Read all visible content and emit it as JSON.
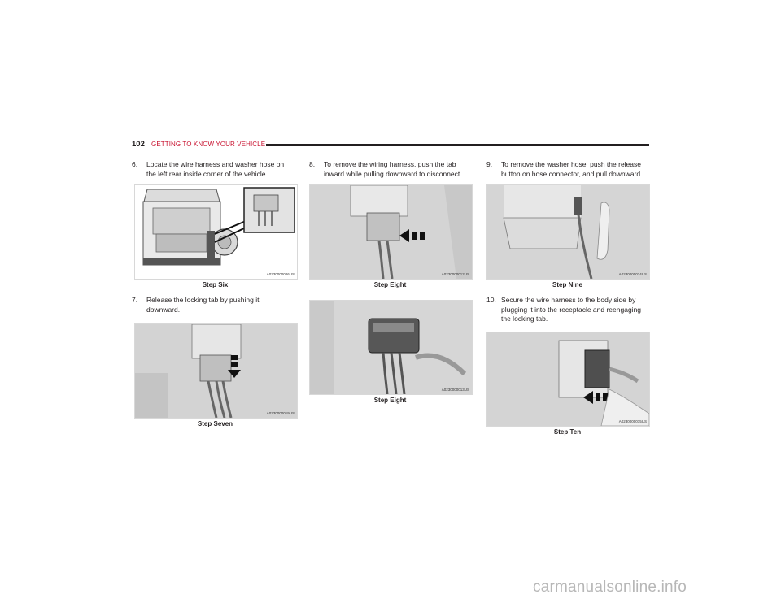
{
  "header": {
    "page_number": "102",
    "section_title": "GETTING TO KNOW YOUR VEHICLE"
  },
  "steps": [
    {
      "num": "6.",
      "lines": [
        "Locate the wire harness and washer hose on",
        "the left rear inside corner of the vehicle."
      ]
    },
    {
      "num": "7.",
      "lines": [
        "Release the locking tab by pushing it",
        "downward."
      ]
    },
    {
      "num": "8.",
      "lines": [
        "To remove the wiring harness, push the tab",
        "inward while pulling downward to disconnect."
      ]
    },
    {
      "num": "9.",
      "lines": [
        "To remove the washer hose, push the release",
        "button on hose connector, and pull downward."
      ]
    },
    {
      "num": "10.",
      "lines": [
        "Secure the wire harness to the body side by",
        "plugging it into the receptacle and reengaging",
        "the locking tab."
      ]
    }
  ],
  "figures": [
    {
      "code": "A0230000026US",
      "caption": "Step Six"
    },
    {
      "code": "A0230000019US",
      "caption": "Step Seven"
    },
    {
      "code": "A0230000012US",
      "caption": "Step Eight"
    },
    {
      "code": "A0230000013US",
      "caption": "Step Eight"
    },
    {
      "code": "A0230000014US",
      "caption": "Step Nine"
    },
    {
      "code": "A0230000015US",
      "caption": "Step Ten"
    }
  ],
  "footer": {
    "watermark": "carmanualsonline.info"
  }
}
